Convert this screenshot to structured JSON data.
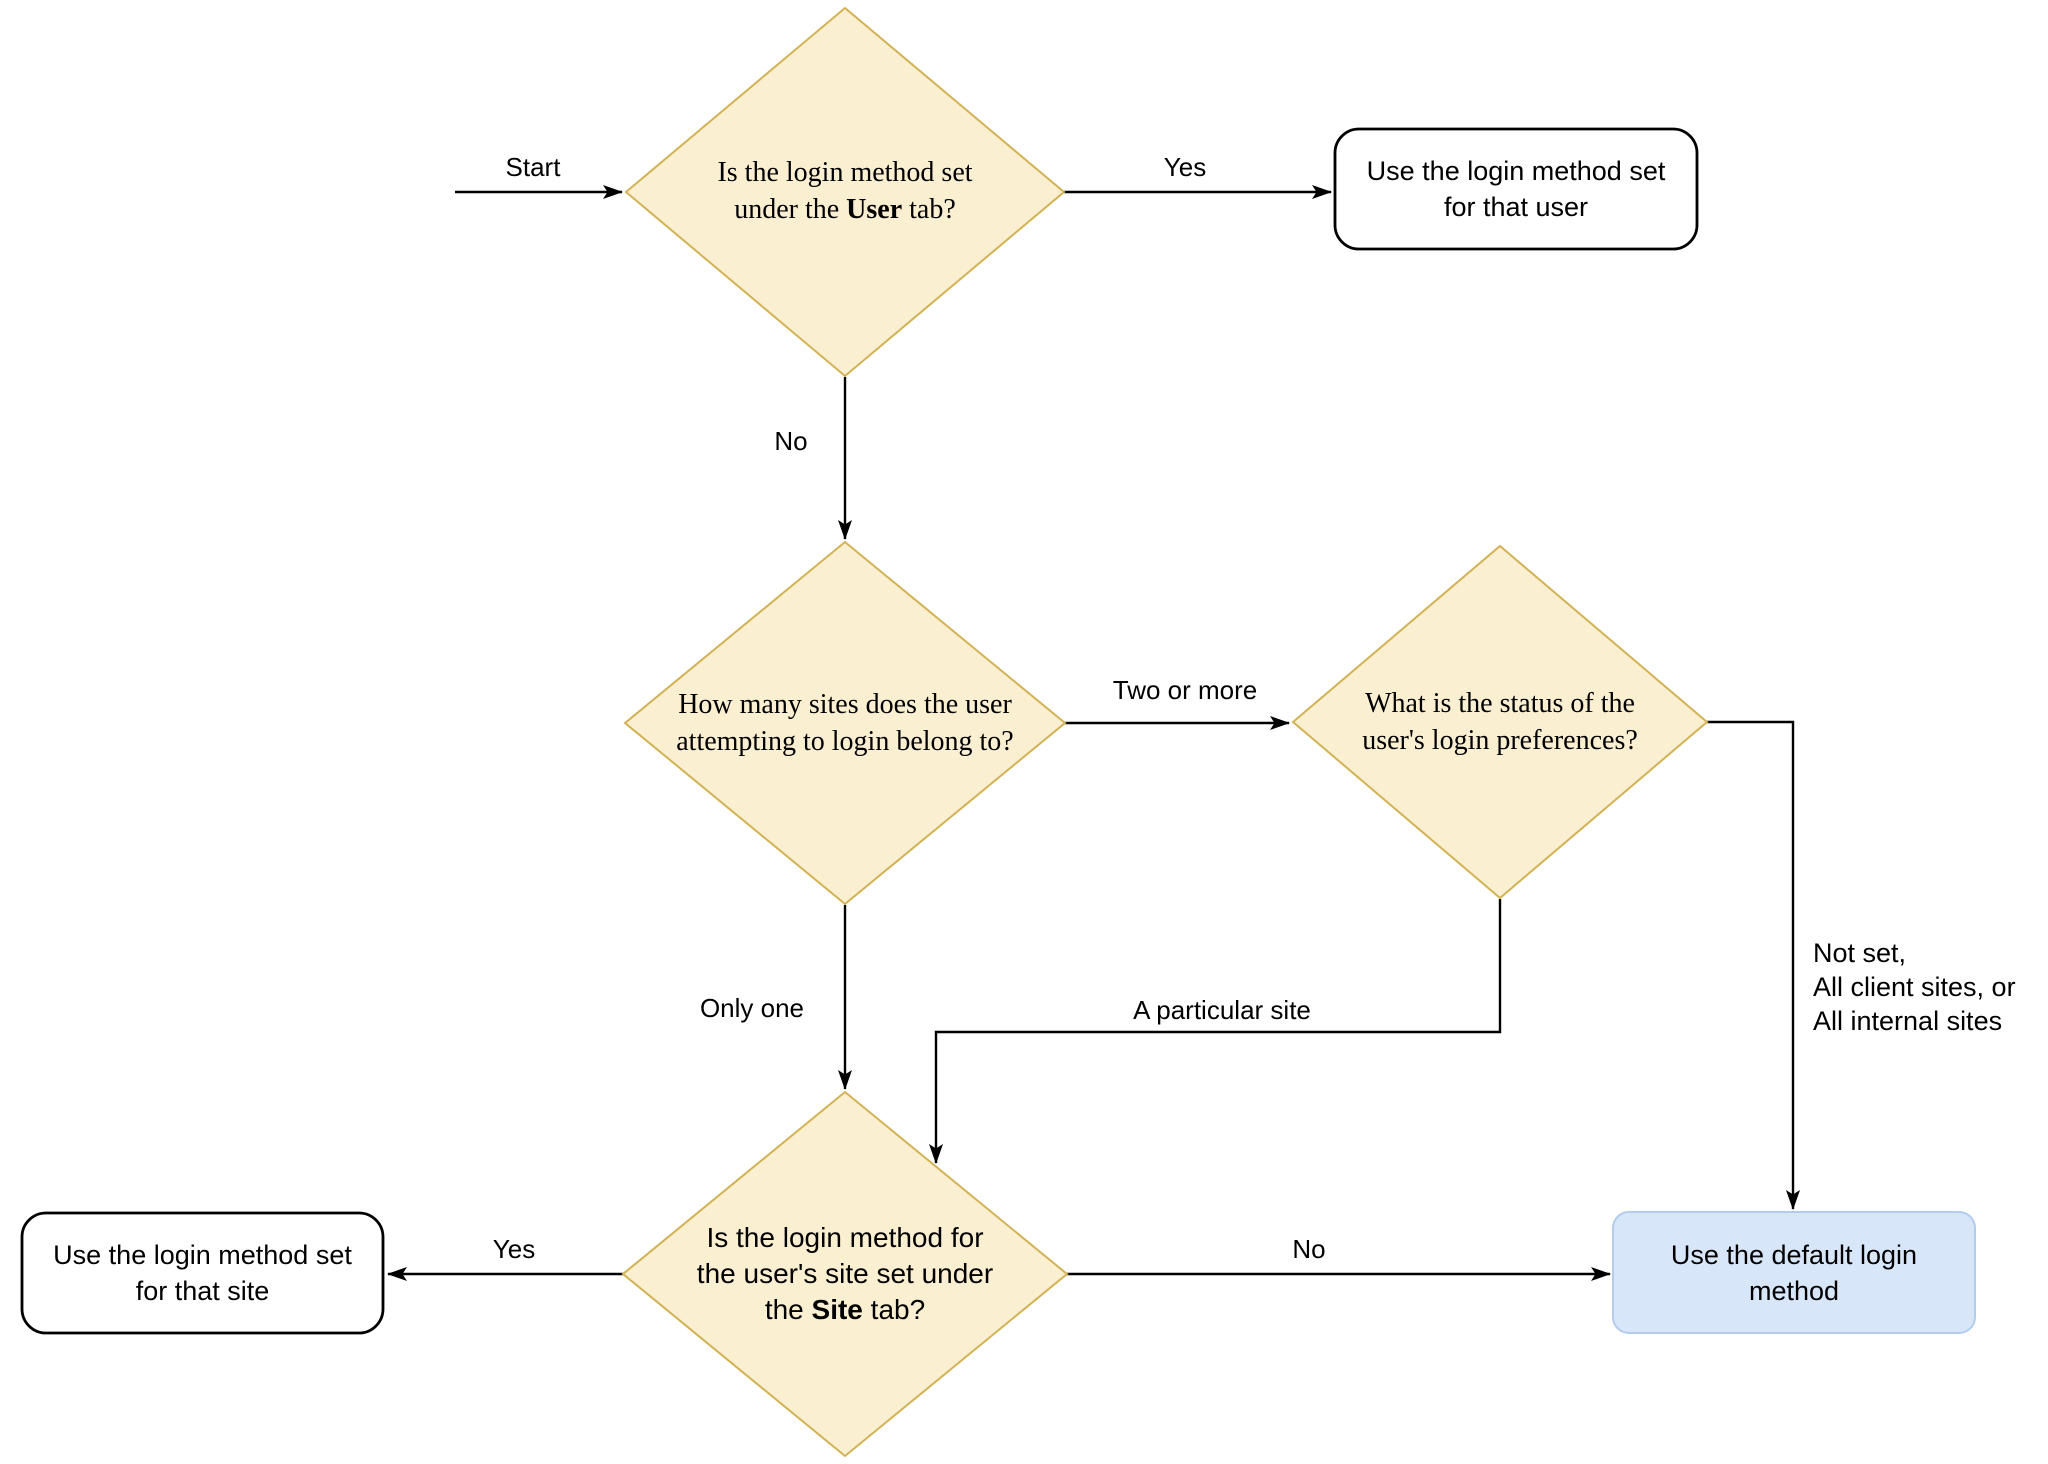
{
  "colors": {
    "diamond_fill": "#FAEFD0",
    "diamond_stroke": "#D2B254",
    "default_box_fill": "#D8E6FA",
    "default_box_stroke": "#B3CCEC",
    "terminal_box_fill": "#FFFFFF",
    "terminal_box_stroke": "#000000",
    "edge_color": "#000000",
    "text_color": "#000000"
  },
  "nodes": {
    "decision_user_tab": {
      "line1": "Is the login method set",
      "line2_pre": "under the ",
      "line2_bold": "User",
      "line2_post": " tab?"
    },
    "decision_site_count": {
      "line1": "How many sites does the user",
      "line2": "attempting to login belong to?"
    },
    "decision_login_preferences": {
      "line1": "What is the status of the",
      "line2": "user's login preferences?"
    },
    "decision_site_tab": {
      "line1": "Is the login method for",
      "line2": "the user's site set under",
      "line3_pre": "the ",
      "line3_bold": "Site",
      "line3_post": " tab?"
    },
    "terminal_user_method": {
      "line1": "Use the login method set",
      "line2": "for that user"
    },
    "terminal_site_method": {
      "line1": "Use the login method set",
      "line2": "for that site"
    },
    "terminal_default_method": {
      "line1": "Use the default login",
      "line2": "method"
    }
  },
  "edge_labels": {
    "start": "Start",
    "yes_top": "Yes",
    "no_top": "No",
    "two_or_more": "Two or more",
    "only_one": "Only one",
    "a_particular_site": "A particular site",
    "not_set_multi": "Not set,\nAll client sites, or\nAll internal sites",
    "yes_bottom": "Yes",
    "no_bottom": "No"
  }
}
